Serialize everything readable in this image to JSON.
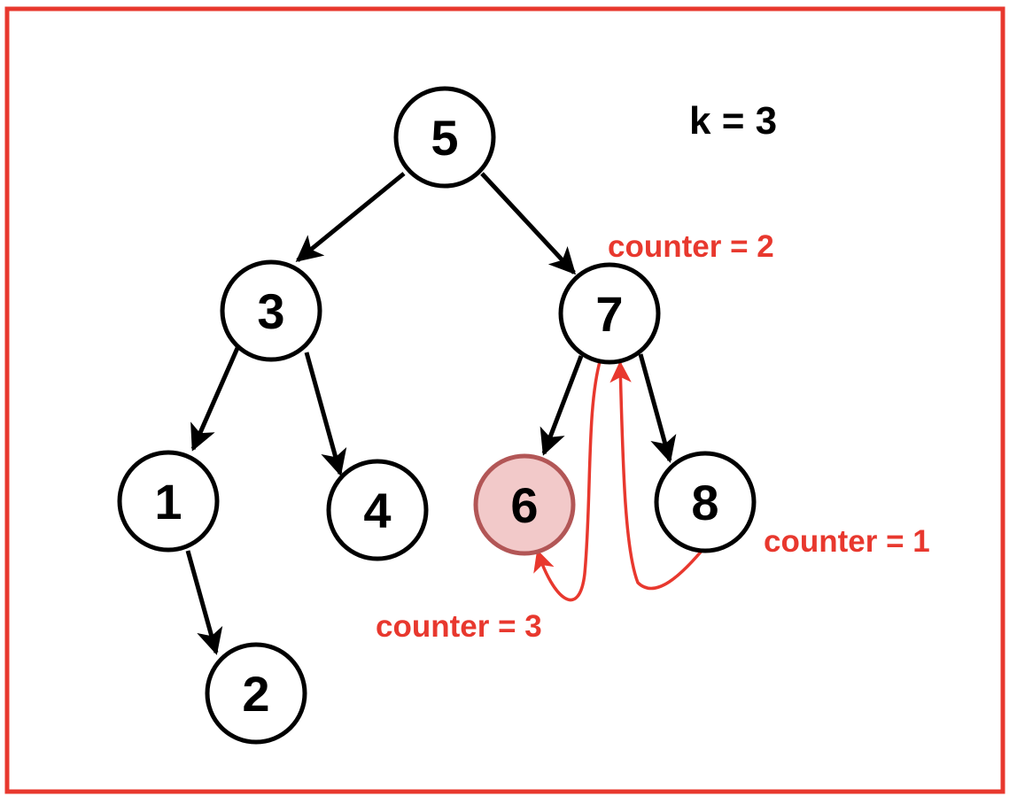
{
  "colors": {
    "frame": "#e8382e",
    "edge": "#000000",
    "trace": "#e8382e",
    "highlight_fill": "#f2c9c9",
    "highlight_stroke": "#b25656"
  },
  "k_label": "k = 3",
  "nodes": [
    {
      "id": "n5",
      "label": "5",
      "highlighted": false
    },
    {
      "id": "n3",
      "label": "3",
      "highlighted": false
    },
    {
      "id": "n7",
      "label": "7",
      "highlighted": false
    },
    {
      "id": "n1",
      "label": "1",
      "highlighted": false
    },
    {
      "id": "n4",
      "label": "4",
      "highlighted": false
    },
    {
      "id": "n6",
      "label": "6",
      "highlighted": true
    },
    {
      "id": "n8",
      "label": "8",
      "highlighted": false
    },
    {
      "id": "n2",
      "label": "2",
      "highlighted": false
    }
  ],
  "edges": [
    {
      "from": "n5",
      "to": "n3"
    },
    {
      "from": "n5",
      "to": "n7"
    },
    {
      "from": "n3",
      "to": "n1"
    },
    {
      "from": "n3",
      "to": "n4"
    },
    {
      "from": "n7",
      "to": "n6"
    },
    {
      "from": "n7",
      "to": "n8"
    },
    {
      "from": "n1",
      "to": "n2"
    }
  ],
  "counters": {
    "c2": "counter = 2",
    "c1": "counter = 1",
    "c3": "counter = 3"
  }
}
